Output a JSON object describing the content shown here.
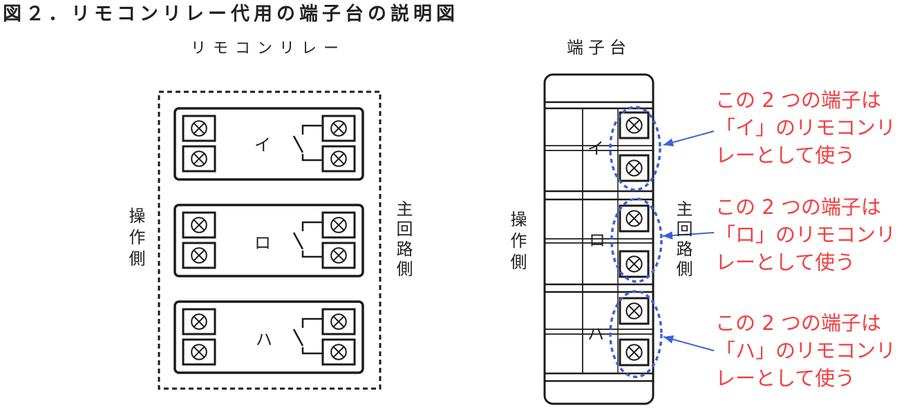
{
  "title": "図２．リモコンリレー代用の端子台の説明図",
  "left_panel": {
    "heading": "リモコンリレー",
    "operation_side": "操作側",
    "main_circuit_side": "主回路側",
    "relays": [
      {
        "label": "イ"
      },
      {
        "label": "ロ"
      },
      {
        "label": "ハ"
      }
    ]
  },
  "right_panel": {
    "heading": "端子台",
    "operation_side": "操作側",
    "main_circuit_side": "主回路側",
    "terminals": [
      {
        "label": "イ"
      },
      {
        "label": "ロ"
      },
      {
        "label": "ハ"
      }
    ],
    "callouts": [
      {
        "lines": [
          "この 2 つの端子は",
          "「イ」のリモコンリ",
          "レーとして使う"
        ]
      },
      {
        "lines": [
          "この 2 つの端子は",
          "「ロ」のリモコンリ",
          "レーとして使う"
        ]
      },
      {
        "lines": [
          "この 2 つの端子は",
          "「ハ」のリモコンリ",
          "レーとして使う"
        ]
      }
    ]
  },
  "colors": {
    "line": "#1a1a1a",
    "highlight": "#3a62d8",
    "callout_text": "#f23f3f"
  }
}
